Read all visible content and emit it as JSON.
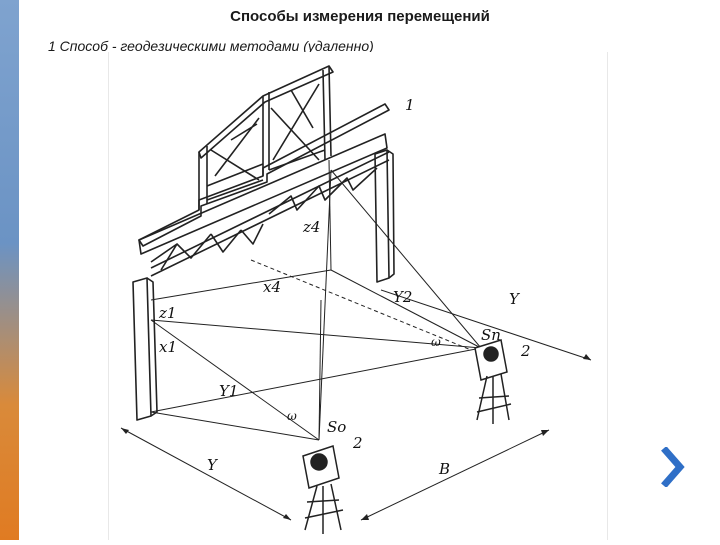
{
  "slide": {
    "title": "Способы измерения перемещений",
    "subtitle": "1 Способ - геодезическими методами (удаленно)"
  },
  "figure": {
    "labels": {
      "frame_number": "1",
      "z4": "z4",
      "x4": "x4",
      "y2": "Y2",
      "y_right": "Y",
      "sn": "Sn",
      "num2_right": "2",
      "omega_right": "ω",
      "z1": "z1",
      "x1": "x1",
      "y1": "Y1",
      "omega_left": "ω",
      "so": "So",
      "num2_left": "2",
      "y_left": "Y",
      "b": "B"
    }
  },
  "navigation": {
    "next_icon": "chevron-right-icon",
    "accent_color": "#2f6fc7"
  }
}
